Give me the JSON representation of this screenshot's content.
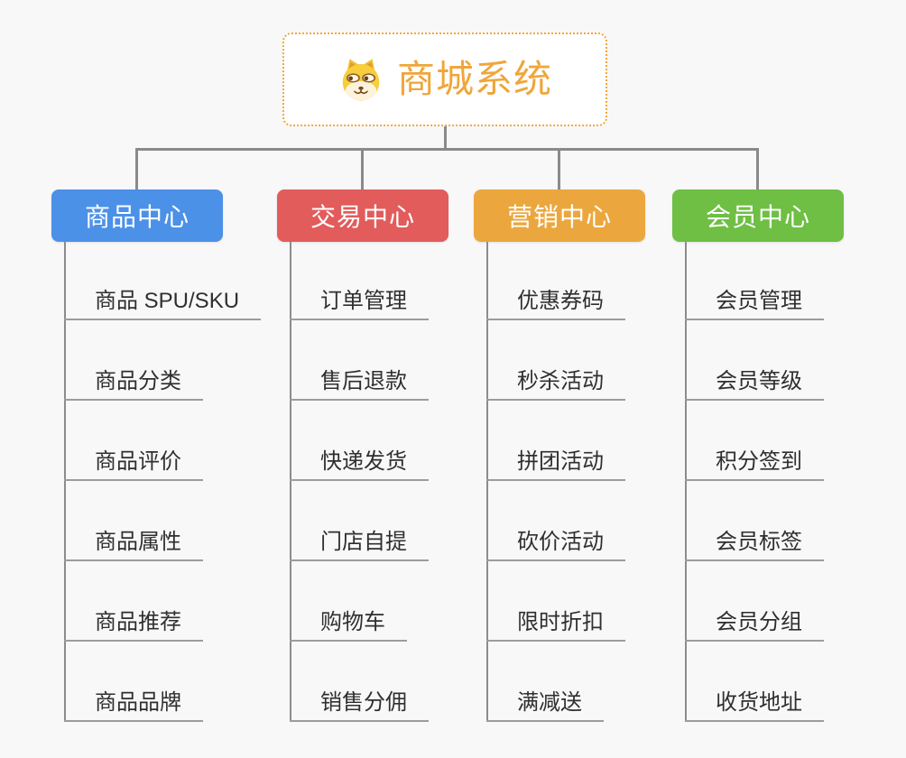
{
  "root": {
    "title": "商城系统",
    "icon": "doge-icon"
  },
  "branches": [
    {
      "label": "商品中心",
      "color": "#4B91E8",
      "items": [
        "商品 SPU/SKU",
        "商品分类",
        "商品评价",
        "商品属性",
        "商品推荐",
        "商品品牌"
      ]
    },
    {
      "label": "交易中心",
      "color": "#E25C5C",
      "items": [
        "订单管理",
        "售后退款",
        "快递发货",
        "门店自提",
        "购物车",
        "销售分佣"
      ]
    },
    {
      "label": "营销中心",
      "color": "#EBA73E",
      "items": [
        "优惠券码",
        "秒杀活动",
        "拼团活动",
        "砍价活动",
        "限时折扣",
        "满减送"
      ]
    },
    {
      "label": "会员中心",
      "color": "#6EBF44",
      "items": [
        "会员管理",
        "会员等级",
        "积分签到",
        "会员标签",
        "会员分组",
        "收货地址"
      ]
    }
  ],
  "colors": {
    "background": "#F8F8F8",
    "root_accent": "#F0A63A",
    "root_border": "#F2A63C",
    "connector": "#8A8A8A",
    "underline": "#9C9C9C",
    "item_text": "#2F2F2F"
  }
}
